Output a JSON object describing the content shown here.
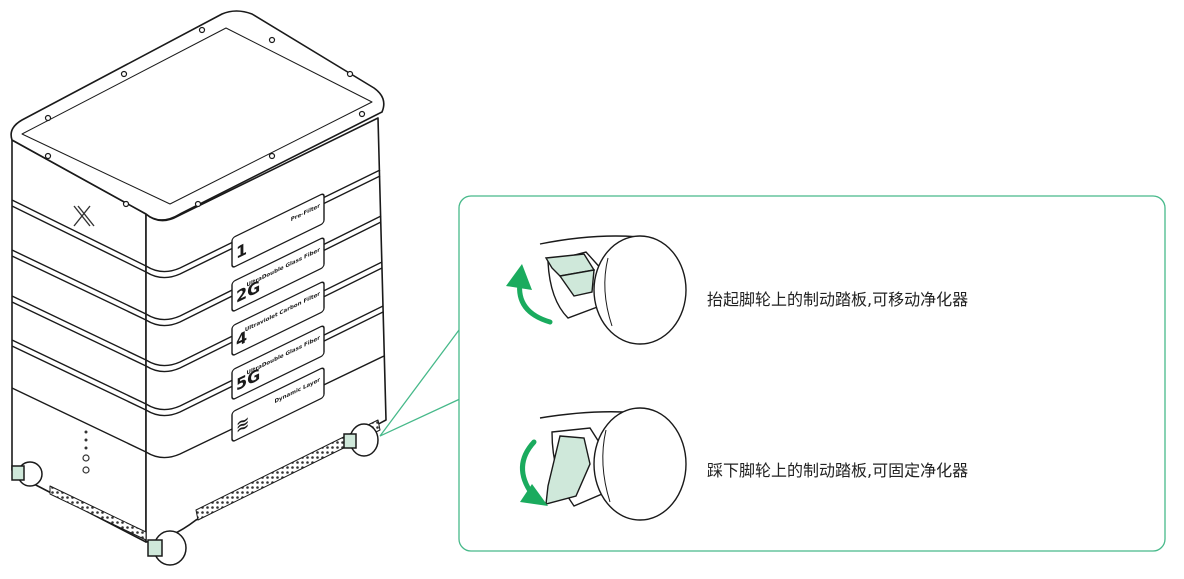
{
  "device": {
    "logo_icon": "x-mark-logo",
    "filter_layers": [
      {
        "number": "1",
        "name": "Pre-Filter"
      },
      {
        "number": "2G",
        "name": "UltraDouble Glass Fiber"
      },
      {
        "number": "4",
        "name": "Ultraviolet Carbon Filter"
      },
      {
        "number": "5G",
        "name": "UltraDouble Glass Fiber"
      },
      {
        "number": "≋",
        "name": "Dynamic Layer"
      }
    ]
  },
  "callout": {
    "items": [
      {
        "text": "抬起脚轮上的制动踏板,可移动净化器",
        "arrow": "counterclockwise-up-arrow",
        "pedal": "raised"
      },
      {
        "text": "踩下脚轮上的制动踏板,可固定净化器",
        "arrow": "clockwise-down-arrow",
        "pedal": "pressed"
      }
    ]
  },
  "colors": {
    "accent": "#1aab5e",
    "callout_border": "#47b98a",
    "pedal_fill": "#cfe8da",
    "line": "#1a1a1a"
  }
}
